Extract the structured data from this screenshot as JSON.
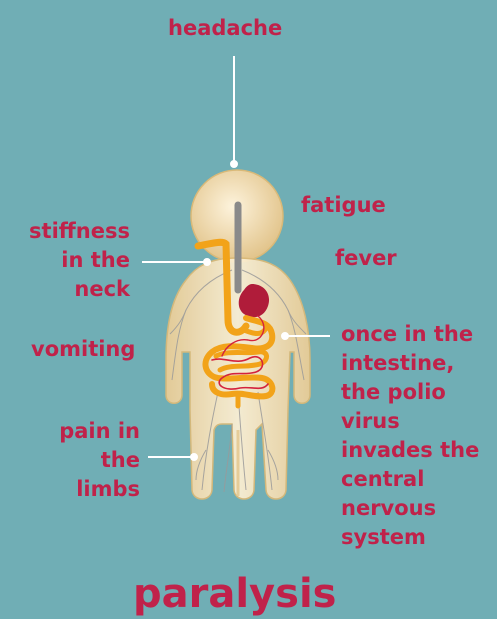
{
  "colors": {
    "background": "#70aeb5",
    "label_text": "#c0224a",
    "leader_line": "#ffffff",
    "body_fill": "#f6e3bc",
    "digestive": "#f2a319",
    "stomach": "#b01c3a",
    "nerves": "#9a9a9a"
  },
  "labels": {
    "headache": "headache",
    "fatigue": "fatigue",
    "fever": "fever",
    "stiffness": "stiffness\nin the\nneck",
    "vomiting": "vomiting",
    "pain": "pain in\nthe\nlimbs",
    "intestine": "once in the\nintestine,\nthe polio\nvirus\ninvades the\ncentral\nnervous\nsystem",
    "paralysis": "paralysis"
  }
}
